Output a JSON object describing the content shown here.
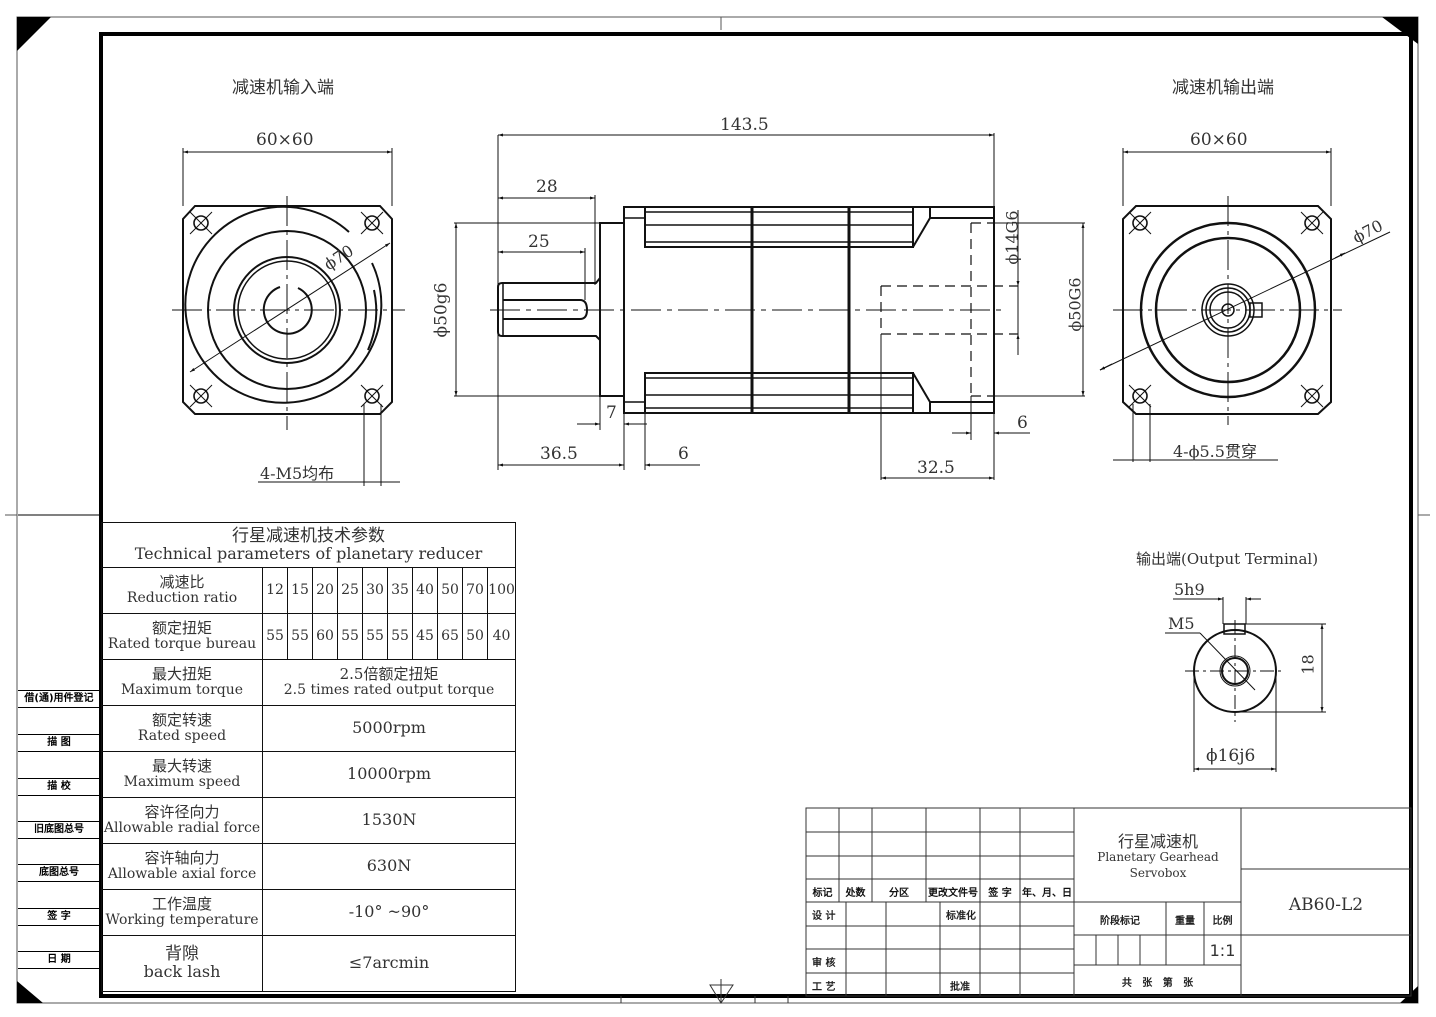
{
  "views": {
    "input_end_title": "减速机输入端",
    "output_end_title": "减速机输出端",
    "input_flange": {
      "size_label": "60×60",
      "pcd_label": "ϕ70",
      "holes_label": "4-M5均布"
    },
    "side_view": {
      "overall_length": "143.5",
      "shaft_length": "28",
      "key_length": "25",
      "pilot_dia": "ϕ50g6",
      "pilot_depth": "7",
      "flange_offset": "36.5",
      "flange_thickness": "6",
      "bore_dia": "ϕ14G6",
      "output_pilot_dia": "ϕ50G6",
      "output_recess": "6",
      "bore_depth": "32.5"
    },
    "output_flange": {
      "size_label": "60×60",
      "pcd_label": "ϕ70",
      "holes_label": "4-ϕ5.5贯穿"
    },
    "output_terminal": {
      "title": "输出端(Output Terminal)",
      "key_width": "5h9",
      "thread": "M5",
      "key_height": "18",
      "shaft_dia": "ϕ16j6"
    }
  },
  "tech_table": {
    "title_cn": "行星减速机技术参数",
    "title_en": "Technical parameters of planetary reducer",
    "ratio": {
      "cn": "减速比",
      "en": "Reduction ratio",
      "values": [
        "12",
        "15",
        "20",
        "25",
        "30",
        "35",
        "40",
        "50",
        "70",
        "100"
      ]
    },
    "rated_torque": {
      "cn": "额定扭矩",
      "en": "Rated torque bureau",
      "values": [
        "55",
        "55",
        "60",
        "55",
        "55",
        "55",
        "45",
        "65",
        "50",
        "40"
      ]
    },
    "rows": [
      {
        "cn": "最大扭矩",
        "en": "Maximum torque",
        "value_cn": "2.5倍额定扭矩",
        "value": "2.5 times rated output torque"
      },
      {
        "cn": "额定转速",
        "en": "Rated speed",
        "value": "5000rpm"
      },
      {
        "cn": "最大转速",
        "en": "Maximum speed",
        "value": "10000rpm"
      },
      {
        "cn": "容许径向力",
        "en": "Allowable radial force",
        "value": "1530N"
      },
      {
        "cn": "容许轴向力",
        "en": "Allowable axial force",
        "value": "630N"
      },
      {
        "cn": "工作温度",
        "en": "Working temperature",
        "value": "-10° ~90°"
      },
      {
        "cn": "背隙",
        "en": "back lash",
        "value": "≤7arcmin"
      }
    ]
  },
  "margin_strip": [
    "借(通)用件登记",
    "描 图",
    "描 校",
    "旧底图总号",
    "底图总号",
    "签 字",
    "日 期"
  ],
  "title_block": {
    "revision_headers": [
      "标记",
      "处数",
      "分区",
      "更改文件号",
      "签 字",
      "年、月、日"
    ],
    "design": "设 计",
    "standardize": "标准化",
    "review": "审 核",
    "process": "工 艺",
    "approve": "批准",
    "product_cn": "行星减速机",
    "product_en_1": "Planetary Gearhead",
    "product_en_2": "Servobox",
    "stage_mark": "阶段标记",
    "weight": "重量",
    "scale_label": "比例",
    "scale": "1:1",
    "sheets": "共   张   第   张",
    "model": "AB60-L2"
  }
}
